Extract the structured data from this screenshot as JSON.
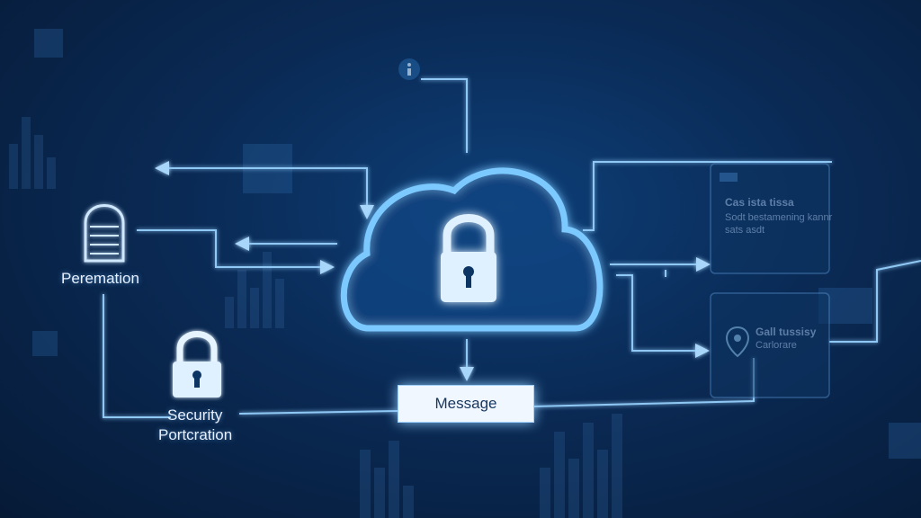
{
  "nodes": {
    "left_top_label": "Peremation",
    "security_label_line1": "Security",
    "security_label_line2": "Portcration",
    "message_label": "Message"
  },
  "panels": {
    "top": {
      "title": "Cas ista tissa",
      "line1": "Sodt bestamening kannr",
      "line2": "sats asdt"
    },
    "bottom": {
      "title": "Gall tussisy",
      "line1": "Carlorare"
    }
  },
  "colors": {
    "background": "#0a2a55",
    "line": "#8fc8f5",
    "glow": "#4fb3ff",
    "lock": "#dff1ff"
  }
}
